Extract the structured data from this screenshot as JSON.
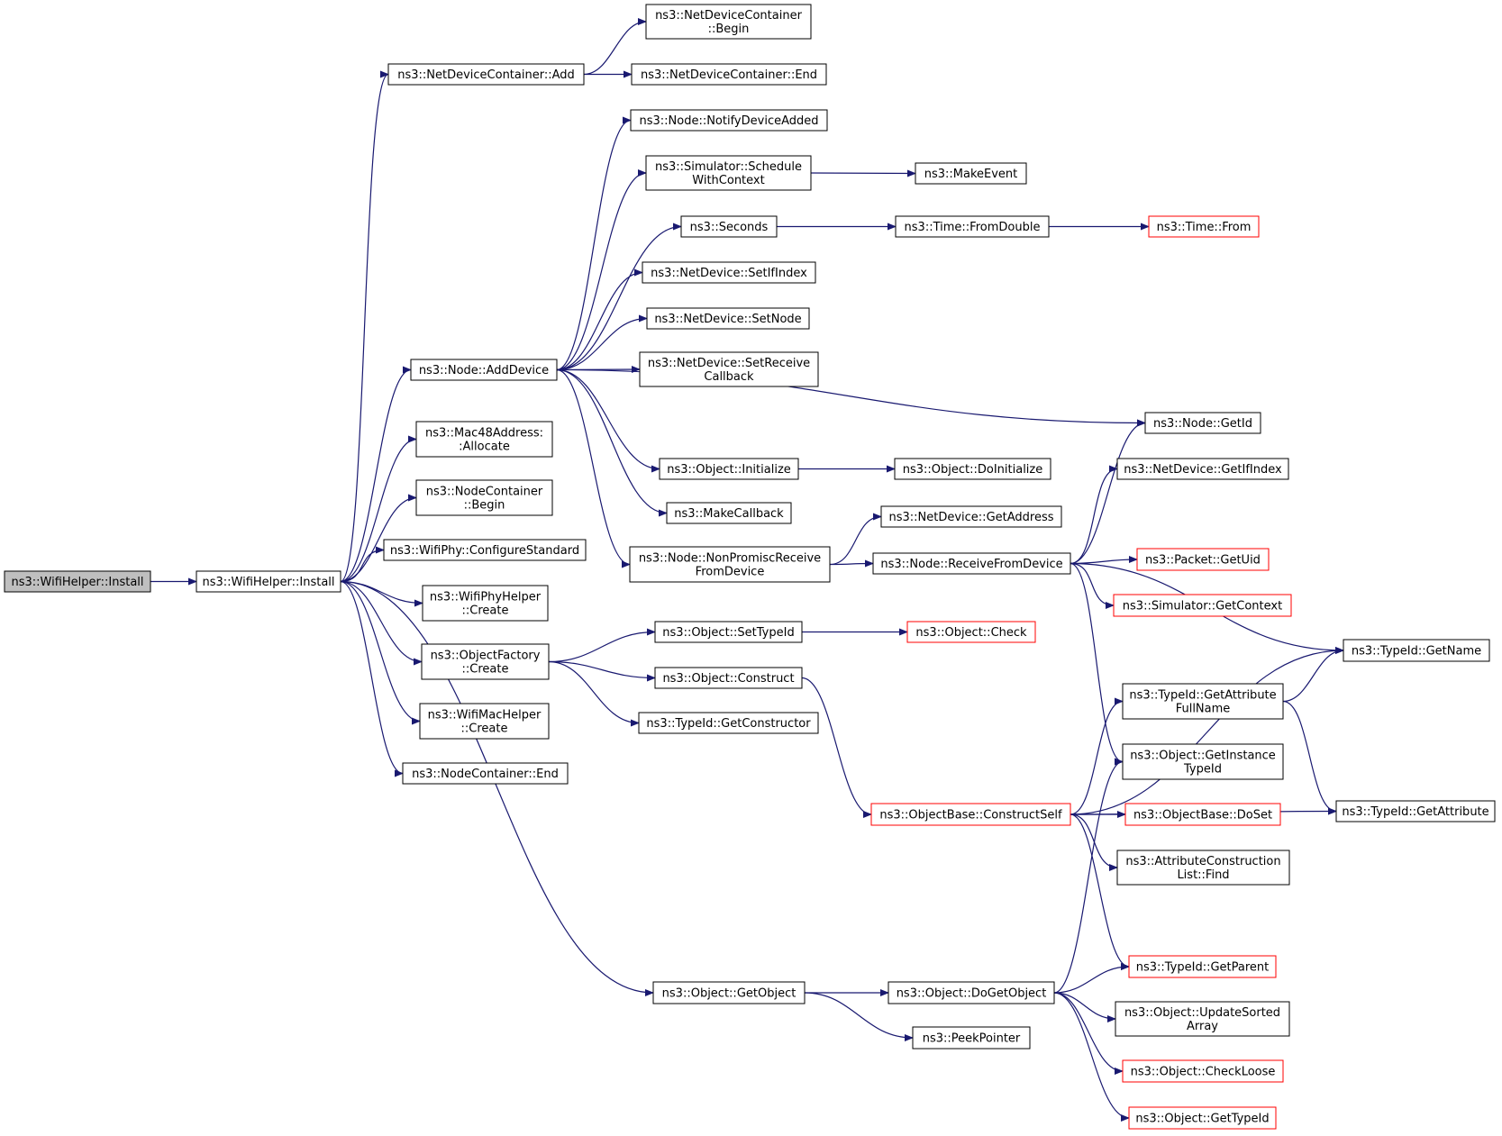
{
  "colors": {
    "edge": "#191970",
    "box_border": "#000000",
    "truncated_border": "#ff0000",
    "root_fill": "#bfbfbf",
    "background": "#ffffff"
  },
  "nodes": {
    "wifi_install_root": {
      "lines": [
        "ns3::WifiHelper::Install"
      ],
      "style": "root"
    },
    "wifi_install": {
      "lines": [
        "ns3::WifiHelper::Install"
      ],
      "style": "normal"
    },
    "ndc_add": {
      "lines": [
        "ns3::NetDeviceContainer::Add"
      ],
      "style": "normal"
    },
    "ndc_begin": {
      "lines": [
        "ns3::NetDeviceContainer",
        "::Begin"
      ],
      "style": "normal"
    },
    "ndc_end": {
      "lines": [
        "ns3::NetDeviceContainer::End"
      ],
      "style": "normal"
    },
    "node_notify": {
      "lines": [
        "ns3::Node::NotifyDeviceAdded"
      ],
      "style": "normal"
    },
    "sim_schedule": {
      "lines": [
        "ns3::Simulator::Schedule",
        "WithContext"
      ],
      "style": "normal"
    },
    "make_event": {
      "lines": [
        "ns3::MakeEvent"
      ],
      "style": "normal"
    },
    "seconds": {
      "lines": [
        "ns3::Seconds"
      ],
      "style": "normal"
    },
    "time_fromdouble": {
      "lines": [
        "ns3::Time::FromDouble"
      ],
      "style": "normal"
    },
    "time_from": {
      "lines": [
        "ns3::Time::From"
      ],
      "style": "truncated"
    },
    "nd_setifindex": {
      "lines": [
        "ns3::NetDevice::SetIfIndex"
      ],
      "style": "normal"
    },
    "nd_setnode": {
      "lines": [
        "ns3::NetDevice::SetNode"
      ],
      "style": "normal"
    },
    "nd_setreceive": {
      "lines": [
        "ns3::NetDevice::SetReceive",
        "Callback"
      ],
      "style": "normal"
    },
    "node_adddevice": {
      "lines": [
        "ns3::Node::AddDevice"
      ],
      "style": "normal"
    },
    "node_getid": {
      "lines": [
        "ns3::Node::GetId"
      ],
      "style": "normal"
    },
    "obj_initialize": {
      "lines": [
        "ns3::Object::Initialize"
      ],
      "style": "normal"
    },
    "obj_doinitialize": {
      "lines": [
        "ns3::Object::DoInitialize"
      ],
      "style": "normal"
    },
    "mac48_allocate": {
      "lines": [
        "ns3::Mac48Address:",
        ":Allocate"
      ],
      "style": "normal"
    },
    "nd_getifindex": {
      "lines": [
        "ns3::NetDevice::GetIfIndex"
      ],
      "style": "normal"
    },
    "nc_begin": {
      "lines": [
        "ns3::NodeContainer",
        "::Begin"
      ],
      "style": "normal"
    },
    "make_callback": {
      "lines": [
        "ns3::MakeCallback"
      ],
      "style": "normal"
    },
    "nd_getaddress": {
      "lines": [
        "ns3::NetDevice::GetAddress"
      ],
      "style": "normal"
    },
    "wifiphy_configure": {
      "lines": [
        "ns3::WifiPhy::ConfigureStandard"
      ],
      "style": "normal"
    },
    "node_nonpromisc": {
      "lines": [
        "ns3::Node::NonPromiscReceive",
        "FromDevice"
      ],
      "style": "normal"
    },
    "node_receive": {
      "lines": [
        "ns3::Node::ReceiveFromDevice"
      ],
      "style": "normal"
    },
    "packet_getuid": {
      "lines": [
        "ns3::Packet::GetUid"
      ],
      "style": "truncated"
    },
    "wifiphyhelper_create": {
      "lines": [
        "ns3::WifiPhyHelper",
        "::Create"
      ],
      "style": "normal"
    },
    "sim_getcontext": {
      "lines": [
        "ns3::Simulator::GetContext"
      ],
      "style": "truncated"
    },
    "obj_settypeid": {
      "lines": [
        "ns3::Object::SetTypeId"
      ],
      "style": "normal"
    },
    "obj_check": {
      "lines": [
        "ns3::Object::Check"
      ],
      "style": "truncated"
    },
    "objfactory_create": {
      "lines": [
        "ns3::ObjectFactory",
        "::Create"
      ],
      "style": "normal"
    },
    "typeid_getname": {
      "lines": [
        "ns3::TypeId::GetName"
      ],
      "style": "normal"
    },
    "obj_construct": {
      "lines": [
        "ns3::Object::Construct"
      ],
      "style": "normal"
    },
    "typeid_getattrfullname": {
      "lines": [
        "ns3::TypeId::GetAttribute",
        "FullName"
      ],
      "style": "normal"
    },
    "wifimachelper_create": {
      "lines": [
        "ns3::WifiMacHelper",
        "::Create"
      ],
      "style": "normal"
    },
    "typeid_getconstructor": {
      "lines": [
        "ns3::TypeId::GetConstructor"
      ],
      "style": "normal"
    },
    "obj_getinstancetypeid": {
      "lines": [
        "ns3::Object::GetInstance",
        "TypeId"
      ],
      "style": "normal"
    },
    "nc_end": {
      "lines": [
        "ns3::NodeContainer::End"
      ],
      "style": "normal"
    },
    "objbase_constructself": {
      "lines": [
        "ns3::ObjectBase::ConstructSelf"
      ],
      "style": "truncated"
    },
    "objbase_doset": {
      "lines": [
        "ns3::ObjectBase::DoSet"
      ],
      "style": "truncated"
    },
    "typeid_getattribute": {
      "lines": [
        "ns3::TypeId::GetAttribute"
      ],
      "style": "normal"
    },
    "attrconstr_find": {
      "lines": [
        "ns3::AttributeConstruction",
        "List::Find"
      ],
      "style": "normal"
    },
    "typeid_getparent": {
      "lines": [
        "ns3::TypeId::GetParent"
      ],
      "style": "truncated"
    },
    "obj_getobject": {
      "lines": [
        "ns3::Object::GetObject"
      ],
      "style": "normal"
    },
    "obj_dogetobject": {
      "lines": [
        "ns3::Object::DoGetObject"
      ],
      "style": "normal"
    },
    "obj_updatesorted": {
      "lines": [
        "ns3::Object::UpdateSorted",
        "Array"
      ],
      "style": "normal"
    },
    "peekpointer": {
      "lines": [
        "ns3::PeekPointer"
      ],
      "style": "normal"
    },
    "obj_checkloose": {
      "lines": [
        "ns3::Object::CheckLoose"
      ],
      "style": "truncated"
    },
    "obj_gettypeid": {
      "lines": [
        "ns3::Object::GetTypeId"
      ],
      "style": "truncated"
    }
  },
  "edges": [
    [
      "wifi_install_root",
      "wifi_install"
    ],
    [
      "wifi_install",
      "ndc_add"
    ],
    [
      "wifi_install",
      "node_adddevice"
    ],
    [
      "wifi_install",
      "mac48_allocate"
    ],
    [
      "wifi_install",
      "nc_begin"
    ],
    [
      "wifi_install",
      "wifiphy_configure"
    ],
    [
      "wifi_install",
      "wifiphyhelper_create"
    ],
    [
      "wifi_install",
      "objfactory_create"
    ],
    [
      "wifi_install",
      "wifimachelper_create"
    ],
    [
      "wifi_install",
      "nc_end"
    ],
    [
      "wifi_install",
      "obj_getobject"
    ],
    [
      "ndc_add",
      "ndc_begin"
    ],
    [
      "ndc_add",
      "ndc_end"
    ],
    [
      "node_adddevice",
      "node_notify"
    ],
    [
      "node_adddevice",
      "sim_schedule"
    ],
    [
      "node_adddevice",
      "seconds"
    ],
    [
      "node_adddevice",
      "nd_setifindex"
    ],
    [
      "node_adddevice",
      "nd_setnode"
    ],
    [
      "node_adddevice",
      "nd_setreceive"
    ],
    [
      "node_adddevice",
      "node_getid"
    ],
    [
      "node_adddevice",
      "obj_initialize"
    ],
    [
      "node_adddevice",
      "make_callback"
    ],
    [
      "node_adddevice",
      "node_nonpromisc"
    ],
    [
      "sim_schedule",
      "make_event"
    ],
    [
      "seconds",
      "time_fromdouble"
    ],
    [
      "time_fromdouble",
      "time_from"
    ],
    [
      "obj_initialize",
      "obj_doinitialize"
    ],
    [
      "node_nonpromisc",
      "nd_getaddress"
    ],
    [
      "node_nonpromisc",
      "node_receive"
    ],
    [
      "node_receive",
      "node_getid"
    ],
    [
      "node_receive",
      "nd_getifindex"
    ],
    [
      "node_receive",
      "typeid_getname"
    ],
    [
      "node_receive",
      "packet_getuid"
    ],
    [
      "node_receive",
      "sim_getcontext"
    ],
    [
      "node_receive",
      "obj_getinstancetypeid"
    ],
    [
      "objfactory_create",
      "obj_settypeid"
    ],
    [
      "objfactory_create",
      "obj_construct"
    ],
    [
      "objfactory_create",
      "typeid_getconstructor"
    ],
    [
      "obj_settypeid",
      "obj_check"
    ],
    [
      "obj_construct",
      "objbase_constructself"
    ],
    [
      "objbase_constructself",
      "typeid_getname"
    ],
    [
      "objbase_constructself",
      "typeid_getattrfullname"
    ],
    [
      "objbase_constructself",
      "objbase_doset"
    ],
    [
      "objbase_constructself",
      "attrconstr_find"
    ],
    [
      "objbase_constructself",
      "typeid_getattribute"
    ],
    [
      "objbase_constructself",
      "typeid_getparent"
    ],
    [
      "typeid_getattrfullname",
      "typeid_getname"
    ],
    [
      "typeid_getattrfullname",
      "typeid_getattribute"
    ],
    [
      "obj_getobject",
      "obj_dogetobject"
    ],
    [
      "obj_getobject",
      "peekpointer"
    ],
    [
      "obj_dogetobject",
      "obj_getinstancetypeid"
    ],
    [
      "obj_dogetobject",
      "typeid_getparent"
    ],
    [
      "obj_dogetobject",
      "obj_updatesorted"
    ],
    [
      "obj_dogetobject",
      "obj_checkloose"
    ],
    [
      "obj_dogetobject",
      "obj_gettypeid"
    ]
  ]
}
